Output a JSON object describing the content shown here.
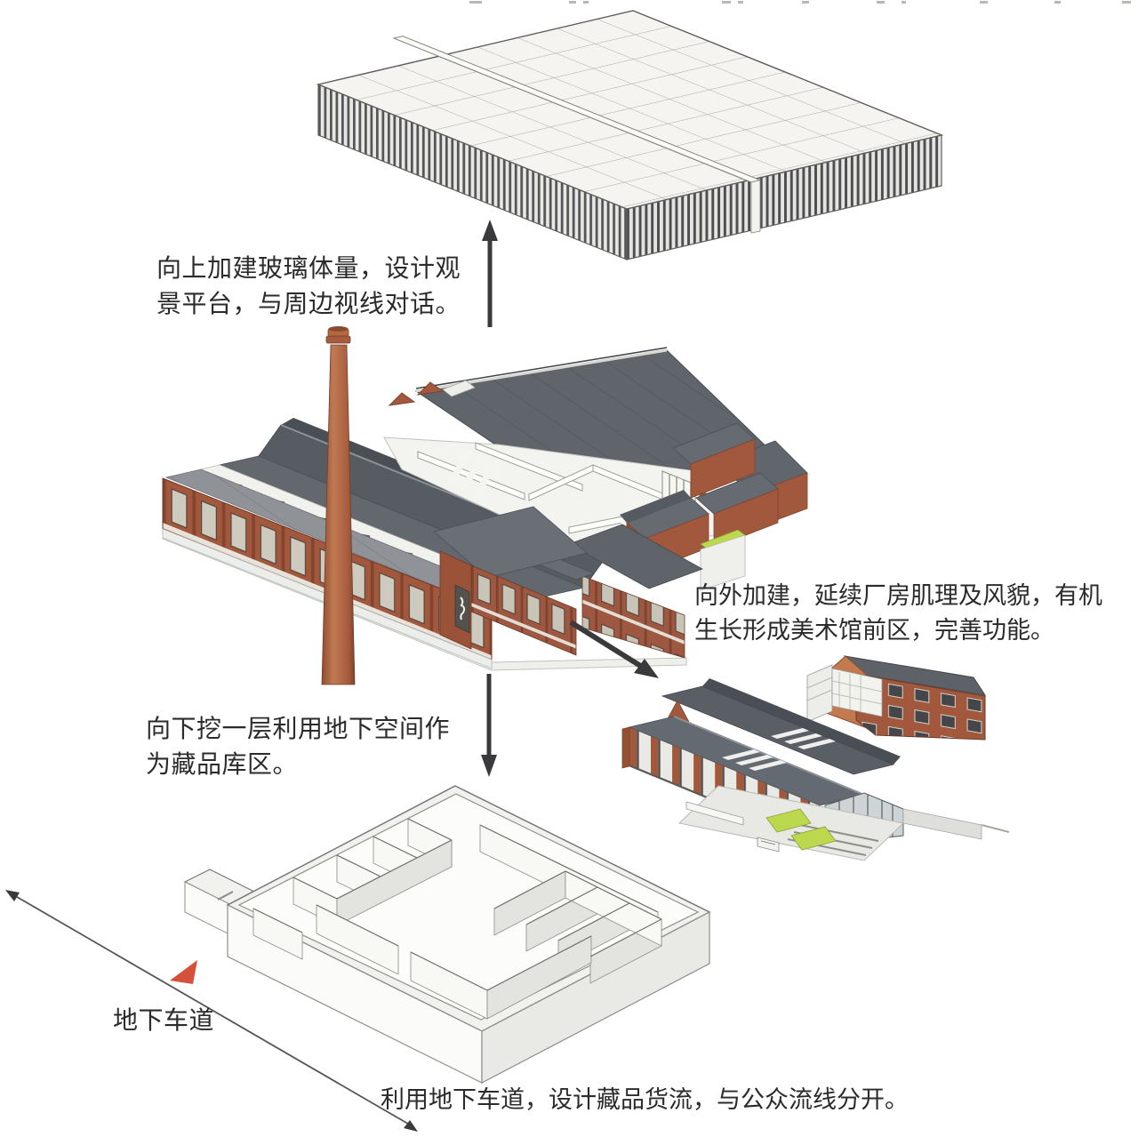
{
  "diagram": {
    "annotations": {
      "add_upward": "向上加建玻璃体量，设计观景平台，与周边视线对话。",
      "extend_outward": "向外加建，延续厂房肌理及风貌，有机生长形成美术馆前区，完善功能。",
      "dig_down": "向下挖一层利用地下空间作为藏品库区。",
      "underground_logistics": "利用地下车道，设计藏品货流，与公众流线分开。",
      "driveway_label": "地下车道"
    },
    "icons": {
      "arrow_up": "straight arrow pointing up to glass volume",
      "arrow_down": "straight arrow pointing down to basement plan",
      "arrow_outward": "diagonal arrow pointing to museum front buildings",
      "driveway_arrow": "thin double-headed diagonal line for underground driveway",
      "driveway_marker": "red triangle marker"
    },
    "colors": {
      "background": "#ffffff",
      "text": "#2b2b2b",
      "brick": "#a2583c",
      "brick_light": "#c27a4e",
      "roof_dark": "#5d6268",
      "roof_mid": "#6a6f76",
      "roof_light": "#8f9398",
      "chimney": "#b06a48",
      "white_walls": "#f4f4f2",
      "accent_green": "#bcd84f",
      "arrow_dark": "#3a3a3c",
      "marker_red": "#d4503a"
    }
  }
}
